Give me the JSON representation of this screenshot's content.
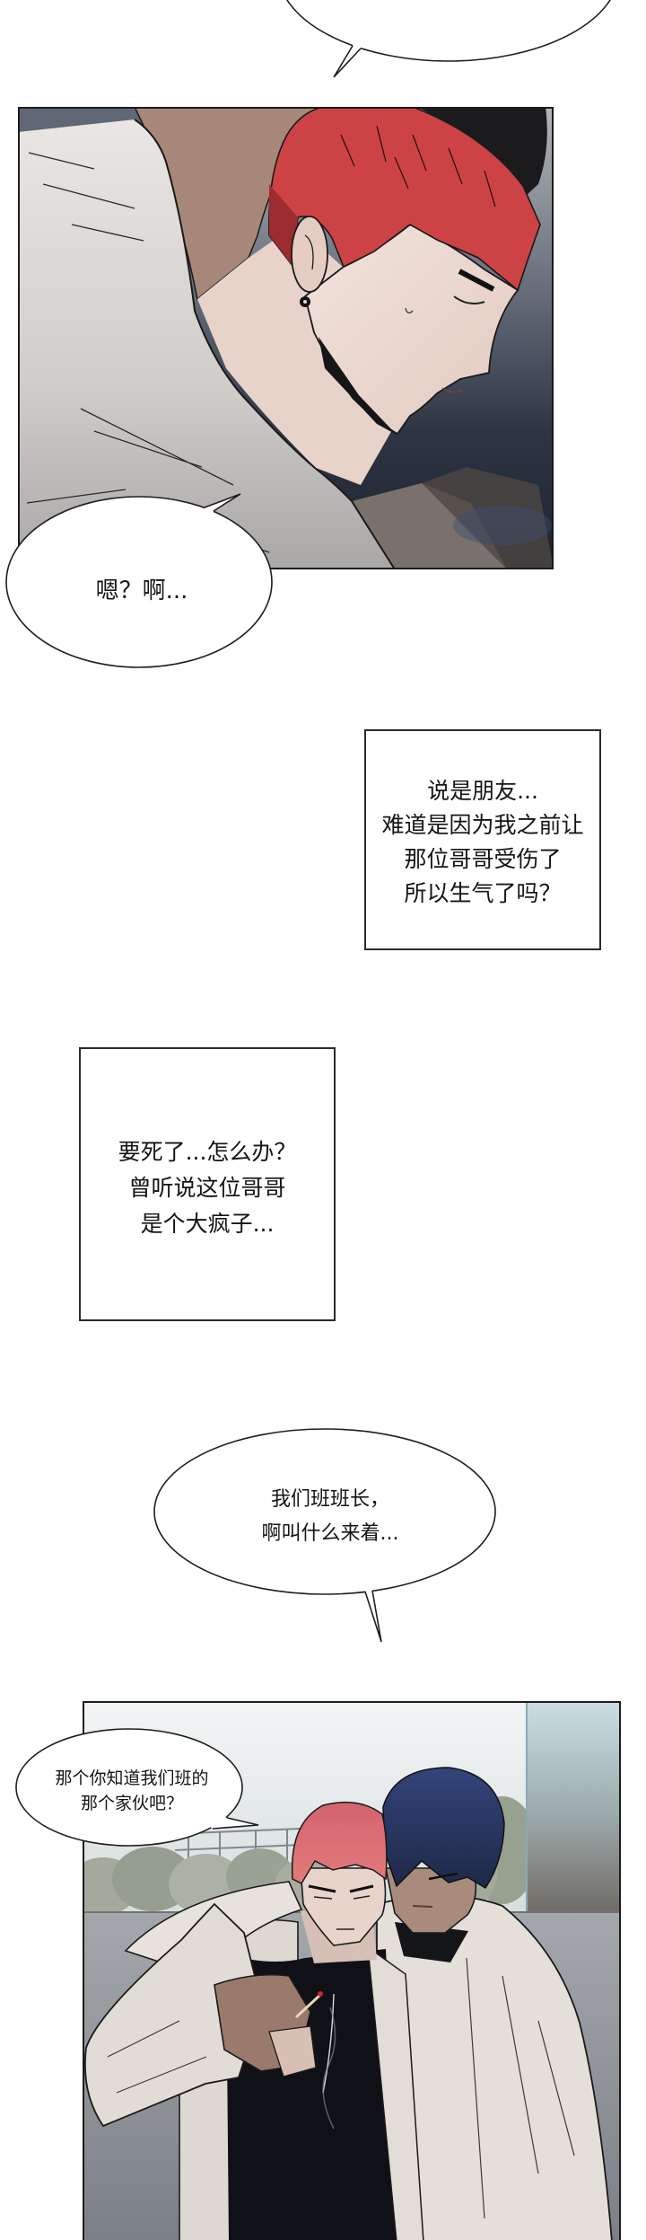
{
  "page": {
    "background": "#ffffff"
  },
  "colors": {
    "ink": "#1a1a1a",
    "bubble_fill": "#ffffff",
    "caption_border": "#2a2a2a",
    "red_hair": "#cd4244",
    "pink_hair": "#d9636d",
    "blue_hair": "#2f3f70",
    "jacket_white": "#e3ded8",
    "tshirt_black": "#0f1117",
    "night_background": "#262d3a",
    "sky": "#eef2f3",
    "ground": "#8c9096"
  },
  "top_bubble": {
    "text": ""
  },
  "panel1": {
    "art": "red-haired-man-profile-leaning-on-shoulder"
  },
  "bubble_hmm": {
    "text": "嗯？啊..."
  },
  "caption_friend": {
    "lines": [
      "说是朋友...",
      "难道是因为我之前让",
      "那位哥哥受伤了",
      "所以生气了吗？"
    ]
  },
  "caption_madman": {
    "lines": [
      "要死了...怎么办？",
      "曾听说这位哥哥",
      "是个大疯子..."
    ]
  },
  "bubble_monitor": {
    "lines": [
      "我们班班长，",
      "啊叫什么来着..."
    ]
  },
  "panel2": {
    "art": "two-men-in-white-jackets-outdoors-lighting-match"
  },
  "bubble_that_guy": {
    "lines": [
      "那个你知道我们班的",
      "那个家伙吧？"
    ]
  }
}
